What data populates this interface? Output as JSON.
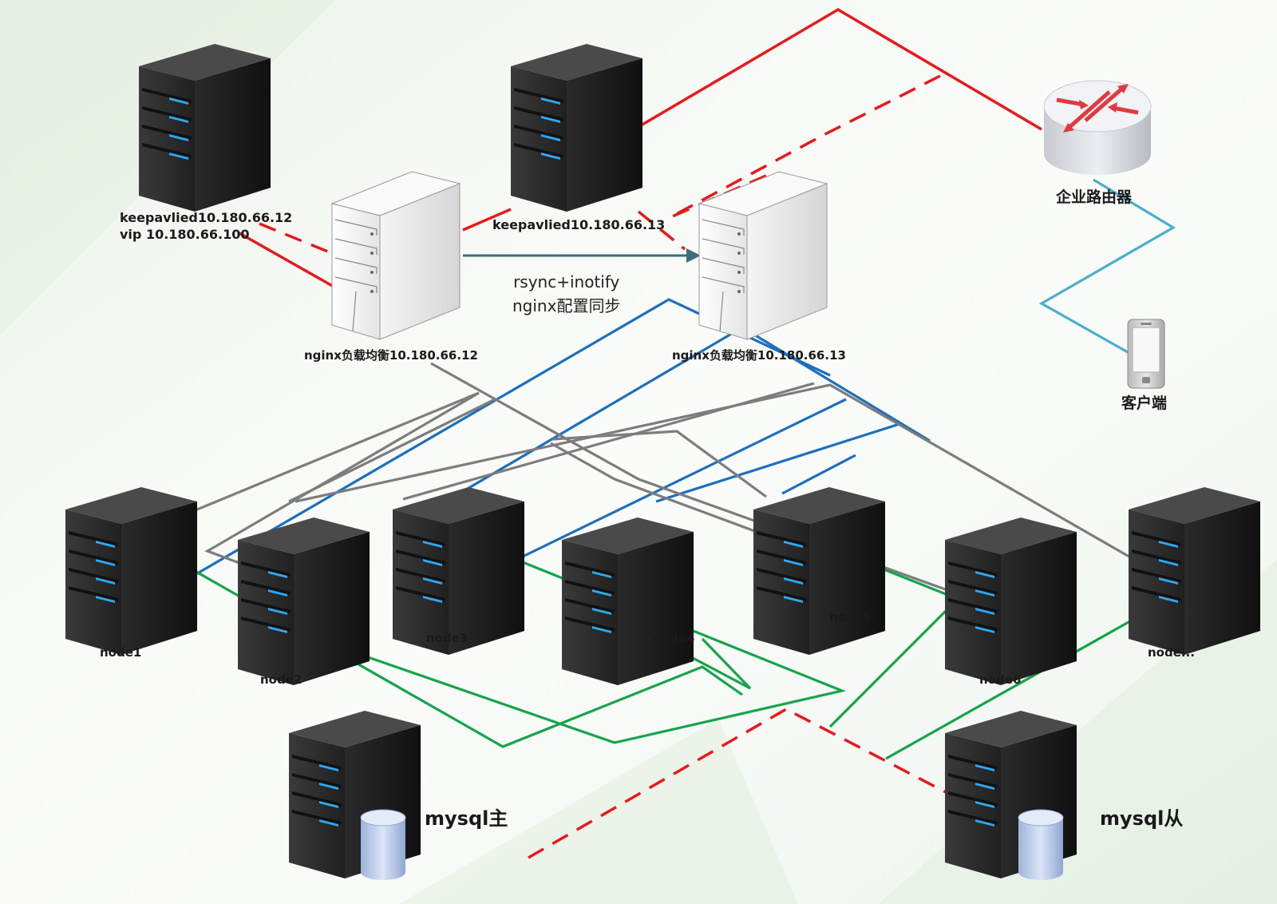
{
  "diagram": {
    "lb_server_1": {
      "label_line1": "keepavlied10.180.66.12",
      "label_line2": "vip 10.180.66.100"
    },
    "lb_server_2": {
      "label": "keepavlied10.180.66.13"
    },
    "nginx_1": {
      "label": "nginx负载均衡10.180.66.12"
    },
    "nginx_2": {
      "label": "nginx负载均衡10.180.66.13"
    },
    "sync": {
      "line1": "rsync+inotify",
      "line2": "nginx配置同步"
    },
    "router": {
      "label": "企业路由器"
    },
    "client": {
      "label": "客户端"
    },
    "nodes": [
      "node1",
      "node2",
      "node3",
      "node4",
      "node5",
      "node6",
      "node..."
    ],
    "mysql_master": {
      "label": "mysql主"
    },
    "mysql_slave": {
      "label": "mysql从"
    },
    "colors": {
      "red_link": "#e8191c",
      "blue_link": "#1d6fbd",
      "gray_link": "#7d7d7d",
      "green_link": "#15a44a",
      "cyan_link": "#4aaed0",
      "sync_arrow": "#3c6e7c"
    },
    "icons": [
      "rack-server-icon",
      "tower-server-icon",
      "router-icon",
      "mobile-phone-icon",
      "database-icon"
    ]
  }
}
